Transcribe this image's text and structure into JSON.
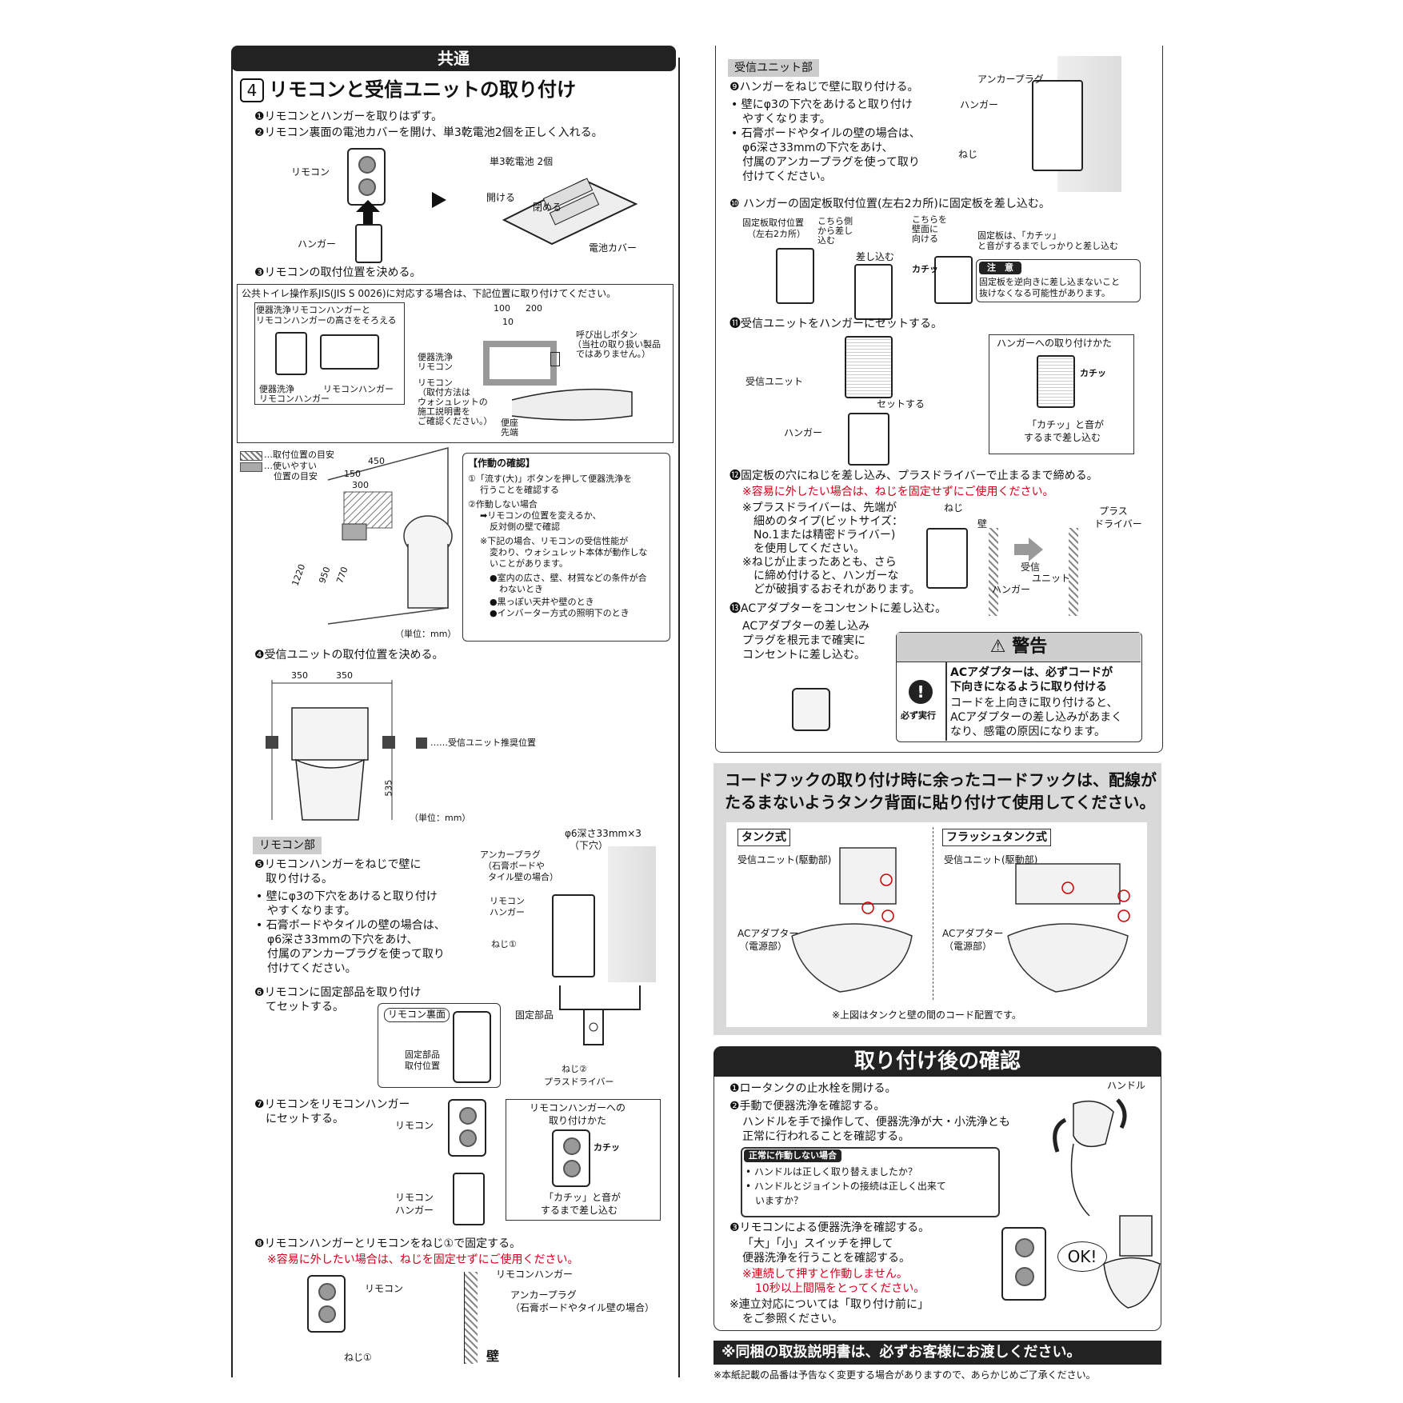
{
  "left": {
    "banner": "共通",
    "section_number": "4",
    "section_title": "リモコンと受信ユニットの取り付け",
    "steps_top": [
      "❶リモコンとハンガーを取りはずす。",
      "❷リモコン裏面の電池カバーを開け、単3乾電池2個を正しく入れる。"
    ],
    "fig1": {
      "remote": "リモコン",
      "hanger": "ハンガー",
      "battery": "単3乾電池 2個",
      "open": "開ける",
      "close": "閉める",
      "cover": "電池カバー"
    },
    "step3": "❸リモコンの取付位置を決める。",
    "jis": {
      "caption": "公共トイレ操作系JIS(JIS S 0026)に対応する場合は、下記位置に取り付けてください。",
      "inner_label1": "便器洗浄リモコンハンガーと",
      "inner_label2": "リモコンハンガーの高さをそろえる",
      "dim100": "100",
      "dim200": "200",
      "dim10": "10",
      "flush_hanger1": "便器洗浄",
      "flush_hanger2": "リモコンハンガー",
      "remote_hanger": "リモコンハンガー",
      "flush_remote1": "便器洗浄",
      "flush_remote2": "リモコン",
      "remote_note": [
        "リモコン",
        "（取付方法は",
        "ウォシュレットの",
        "施工説明書を",
        "ご確認ください。）"
      ],
      "call_button": [
        "呼び出しボタン",
        "（当社の取り扱い製品",
        "ではありません。）"
      ],
      "bowl_tip": [
        "便座",
        "先端"
      ]
    },
    "legend": {
      "hatched": "…取付位置の目安",
      "gray": "…使いやすい",
      "gray2": "位置の目安"
    },
    "dims": {
      "d150": "150",
      "d300": "300",
      "d450": "450",
      "d1220": "1220",
      "d950": "950",
      "d770": "770",
      "unit": "（単位：mm）"
    },
    "check": {
      "title": "【作動の確認】",
      "lines": [
        "①「流す(大)」ボタンを押して便器洗浄を",
        "行うことを確認する",
        "②作動しない場合",
        "➡リモコンの位置を変えるか、",
        "反対側の壁で確認",
        "※下記の場合、リモコンの受信性能が",
        "変わり、ウォシュレット本体が動作しな",
        "いことがあります。",
        "●室内の広さ、壁、材質などの条件が合",
        "わないとき",
        "●黒っぽい天井や壁のとき",
        "●インバーター方式の照明下のとき"
      ]
    },
    "step4": "❹受信ユニットの取付位置を決める。",
    "fig4": {
      "d350a": "350",
      "d350b": "350",
      "d535": "535",
      "legend": "……受信ユニット推奨位置",
      "unit": "（単位：mm）"
    },
    "remote_section": "リモコン部",
    "step5": [
      "❺リモコンハンガーをねじで壁に",
      "取り付ける。"
    ],
    "step5_bullets": [
      "• 壁にφ3の下穴をあけると取り付け",
      "やすくなります。",
      "• 石膏ボードやタイルの壁の場合は、",
      "φ6深さ33mmの下穴をあけ、",
      "付属のアンカープラグを使って取り",
      "付けてください。"
    ],
    "fig5": {
      "hole": "φ6深さ33mm×3",
      "hole2": "（下穴）",
      "anchor": "アンカープラグ",
      "anchor2": "（石膏ボードや",
      "anchor3": "タイル壁の場合）",
      "remote_hanger1": "リモコン",
      "remote_hanger2": "ハンガー",
      "screw": "ねじ①"
    },
    "step6": [
      "❻リモコンに固定部品を取り付け",
      "てセットする。"
    ],
    "fig6": {
      "back": "リモコン裏面",
      "fixing1": "固定部品",
      "fixing2": "取付位置",
      "fixing_part": "固定部品",
      "screw2": "ねじ②",
      "driver": "プラスドライバー"
    },
    "step7": [
      "❼リモコンをリモコンハンガー",
      "にセットする。"
    ],
    "fig7": {
      "remote": "リモコン",
      "hanger1": "リモコン",
      "hanger2": "ハンガー",
      "how1": "リモコンハンガーへの",
      "how2": "取り付けかた",
      "click": "カチッ",
      "note1": "「カチッ」と音が",
      "note2": "するまで差し込む"
    },
    "step8": "❽リモコンハンガーとリモコンをねじ①で固定する。",
    "step8_note": "※容易に外したい場合は、ねじを固定せずにご使用ください。",
    "fig8": {
      "remote": "リモコン",
      "hanger": "リモコンハンガー",
      "anchor": "アンカープラグ",
      "anchor2": "（石膏ボードやタイル壁の場合）",
      "screw": "ねじ①",
      "wall": "壁"
    }
  },
  "right": {
    "receiver_section": "受信ユニット部",
    "step9": "❾ハンガーをねじで壁に取り付ける。",
    "step9_bullets": [
      "• 壁にφ3の下穴をあけると取り付け",
      "やすくなります。",
      "• 石膏ボードやタイルの壁の場合は、",
      "φ6深さ33mmの下穴をあけ、",
      "付属のアンカープラグを使って取り",
      "付けてください。"
    ],
    "fig9": {
      "anchor": "アンカープラグ",
      "hanger": "ハンガー",
      "screw": "ねじ"
    },
    "step10": "❿ ハンガーの固定板取付位置(左右2カ所)に固定板を差し込む。",
    "fig10": {
      "pos1": "固定板取付位置",
      "pos2": "（左右2カ所）",
      "this_side1": "こちら側",
      "this_side2": "から差し",
      "this_side3": "込む",
      "wall_side1": "こちらを",
      "wall_side2": "壁面に",
      "wall_side3": "向ける",
      "insert": "差し込む",
      "click": "カチッ",
      "fix_note1": "固定板は、「カチッ」",
      "fix_note2": "と音がするまでしっかりと差し込む",
      "caution": "注　意",
      "caution1": "固定板を逆向きに差し込まないこと",
      "caution2": "抜けなくなる可能性があります。"
    },
    "step11": "⓫受信ユニットをハンガーにセットする。",
    "fig11": {
      "unit": "受信ユニット",
      "set": "セットする",
      "hanger": "ハンガー",
      "how": "ハンガーへの取り付けかた",
      "click": "カチッ",
      "note1": "「カチッ」と音が",
      "note2": "するまで差し込む"
    },
    "step12": "⓬固定板の穴にねじを差し込み、プラスドライバーで止まるまで締める。",
    "step12_note": "※容易に外したい場合は、ねじを固定せずにご使用ください。",
    "step12_bullets": [
      "※プラスドライバーは、先端が",
      "細めのタイプ(ビットサイズ：",
      "No.1または精密ドライバー)",
      "を使用してください。",
      "※ねじが止まったあとも、さら",
      "に締め付けると、ハンガーな",
      "どが破損するおそれがあります。"
    ],
    "fig12": {
      "screw": "ねじ",
      "wall": "壁",
      "driver1": "プラス",
      "driver2": "ドライバー",
      "unit1": "受信",
      "unit2": "ユニット",
      "hanger": "ハンガー"
    },
    "step13": "⓭ACアダプターをコンセントに差し込む。",
    "step13_desc": [
      "ACアダプターの差し込み",
      "プラグを根元まで確実に",
      "コンセントに差し込む。"
    ],
    "warning": {
      "head": "警告",
      "must": "必ず実行",
      "bold1": "ACアダプターは、必ずコードが",
      "bold2": "下向きになるように取り付ける",
      "t1": "コードを上向きに取り付けると、",
      "t2": "ACアダプターの差し込みがあまく",
      "t3": "なり、感電の原因になります。"
    },
    "cordhook": {
      "line1": "コードフックの取り付け時に余ったコードフックは、配線が",
      "line2": "たるまないようタンク背面に貼り付けて使用してください。",
      "tank": "タンク式",
      "flush": "フラッシュタンク式",
      "receiver": "受信ユニット(駆動部)",
      "ac1": "ACアダプター",
      "ac2": "（電源部）",
      "note": "※上図はタンクと壁の間のコード配置です。"
    },
    "after": {
      "head": "取り付け後の確認",
      "s1": "❶ロータンクの止水栓を開ける。",
      "s2": "❷手動で便器洗浄を確認する。",
      "s2a": "ハンドルを手で操作して、便器洗浄が大・小洗浄とも",
      "s2b": "正常に行われることを確認する。",
      "handle": "ハンドル",
      "ng_title": "正常に作動しない場合",
      "ng1": "• ハンドルは正しく取り替えましたか？",
      "ng2": "• ハンドルとジョイントの接続は正しく出来て",
      "ng3": "いますか？",
      "s3": "❸リモコンによる便器洗浄を確認する。",
      "s3a": "「大」「小」スイッチを押して",
      "s3b": "便器洗浄を行うことを確認する。",
      "s3_red1": "※連続して押すと作動しません。",
      "s3_red2": "10秒以上間隔をとってください。",
      "s3_ref1": "※連立対応については「取り付け前に」",
      "s3_ref2": "をご参照ください。",
      "ok": "OK!"
    },
    "footer_bar": "※同梱の取扱説明書は、必ずお客様にお渡しください。",
    "footer_note": "※本紙記載の品番は予告なく変更する場合がありますので、あらかじめご了承ください。"
  }
}
